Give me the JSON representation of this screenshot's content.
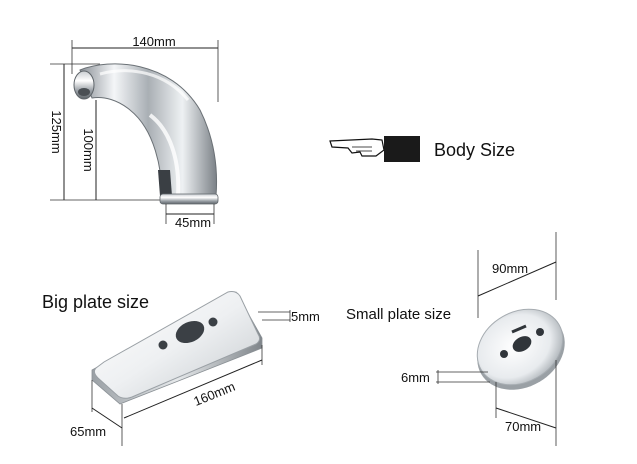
{
  "faucet": {
    "width_label": "140mm",
    "height_label": "125mm",
    "spout_height_label": "100mm",
    "base_label": "45mm"
  },
  "body_size": {
    "label": "Body Size"
  },
  "big_plate": {
    "title": "Big plate size",
    "thickness_label": "5mm",
    "length_label": "160mm",
    "width_label": "65mm"
  },
  "small_plate": {
    "title": "Small plate size",
    "length_label": "90mm",
    "thickness_label": "6mm",
    "width_label": "70mm"
  },
  "colors": {
    "text": "#111111",
    "chrome_dark": "#6e7479",
    "chrome_light": "#f2f4f6",
    "pointer": "#1a1a1a"
  }
}
